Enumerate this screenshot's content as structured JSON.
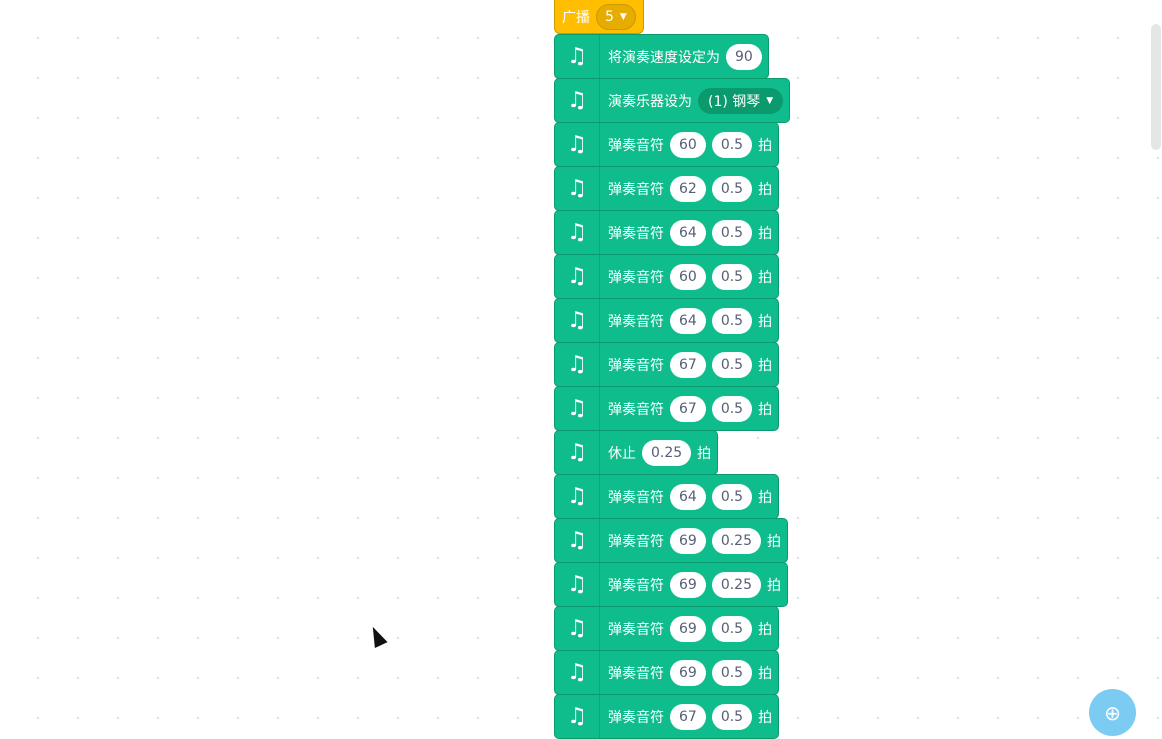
{
  "hat_block": {
    "label": "广播",
    "value": "5"
  },
  "blocks": [
    {
      "kind": "tempo",
      "label": "将演奏速度设定为",
      "value": "90"
    },
    {
      "kind": "instrument",
      "label": "演奏乐器设为",
      "value": "(1) 钢琴"
    },
    {
      "kind": "note",
      "label": "弹奏音符",
      "note": "60",
      "beats": "0.5",
      "unit": "拍"
    },
    {
      "kind": "note",
      "label": "弹奏音符",
      "note": "62",
      "beats": "0.5",
      "unit": "拍"
    },
    {
      "kind": "note",
      "label": "弹奏音符",
      "note": "64",
      "beats": "0.5",
      "unit": "拍"
    },
    {
      "kind": "note",
      "label": "弹奏音符",
      "note": "60",
      "beats": "0.5",
      "unit": "拍"
    },
    {
      "kind": "note",
      "label": "弹奏音符",
      "note": "64",
      "beats": "0.5",
      "unit": "拍"
    },
    {
      "kind": "note",
      "label": "弹奏音符",
      "note": "67",
      "beats": "0.5",
      "unit": "拍"
    },
    {
      "kind": "note",
      "label": "弹奏音符",
      "note": "67",
      "beats": "0.5",
      "unit": "拍"
    },
    {
      "kind": "rest",
      "label": "休止",
      "beats": "0.25",
      "unit": "拍"
    },
    {
      "kind": "note",
      "label": "弹奏音符",
      "note": "64",
      "beats": "0.5",
      "unit": "拍"
    },
    {
      "kind": "note",
      "label": "弹奏音符",
      "note": "69",
      "beats": "0.25",
      "unit": "拍"
    },
    {
      "kind": "note",
      "label": "弹奏音符",
      "note": "69",
      "beats": "0.25",
      "unit": "拍"
    },
    {
      "kind": "note",
      "label": "弹奏音符",
      "note": "69",
      "beats": "0.5",
      "unit": "拍"
    },
    {
      "kind": "note",
      "label": "弹奏音符",
      "note": "69",
      "beats": "0.5",
      "unit": "拍"
    },
    {
      "kind": "note",
      "label": "弹奏音符",
      "note": "67",
      "beats": "0.5",
      "unit": "拍"
    }
  ],
  "icons": {
    "music": "music-notes-icon",
    "zoom": "zoom-in-icon",
    "dropdown": "caret-down-icon"
  },
  "colors": {
    "music_block": "#0FBD8C",
    "event_block": "#FFBF00",
    "zoom_button": "#7CCBF2"
  }
}
